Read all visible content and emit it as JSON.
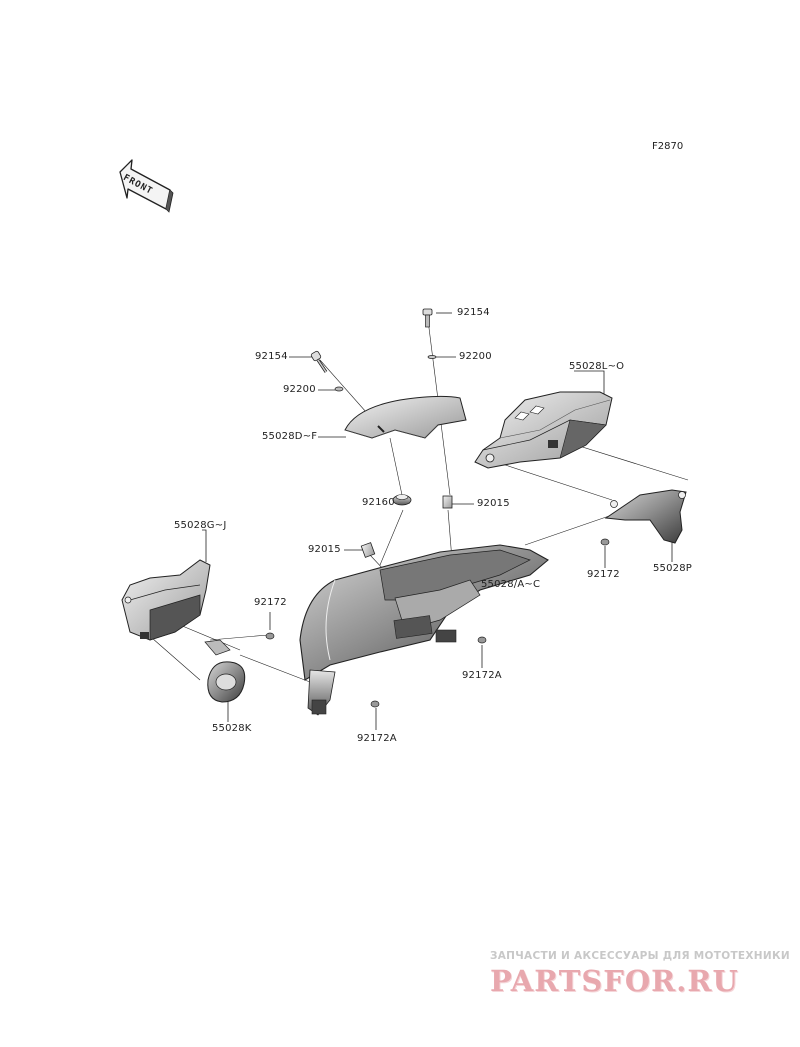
{
  "diagram_id": "F2870",
  "front_arrow_label": "FRONT",
  "parts": [
    {
      "id": "p-92154-top",
      "label": "92154"
    },
    {
      "id": "p-92200-top",
      "label": "92200"
    },
    {
      "id": "p-92154-left",
      "label": "92154"
    },
    {
      "id": "p-92200-left",
      "label": "92200"
    },
    {
      "id": "p-55028D-F",
      "label": "55028D~F"
    },
    {
      "id": "p-55028L-O",
      "label": "55028L~O"
    },
    {
      "id": "p-92160",
      "label": "92160"
    },
    {
      "id": "p-92015-right",
      "label": "92015"
    },
    {
      "id": "p-55028G-J",
      "label": "55028G~J"
    },
    {
      "id": "p-92015-left",
      "label": "92015"
    },
    {
      "id": "p-55028A-C",
      "label": "55028/A~C"
    },
    {
      "id": "p-92172-right",
      "label": "92172"
    },
    {
      "id": "p-55028P",
      "label": "55028P"
    },
    {
      "id": "p-92172-left",
      "label": "92172"
    },
    {
      "id": "p-92172A-mid",
      "label": "92172A"
    },
    {
      "id": "p-55028K",
      "label": "55028K"
    },
    {
      "id": "p-92172A-bottom",
      "label": "92172A"
    }
  ],
  "watermark": {
    "tagline": "ЗАПЧАСТИ И АКСЕССУАРЫ ДЛЯ МОТОТЕХНИКИ",
    "brand": "PARTSFOR.RU"
  }
}
